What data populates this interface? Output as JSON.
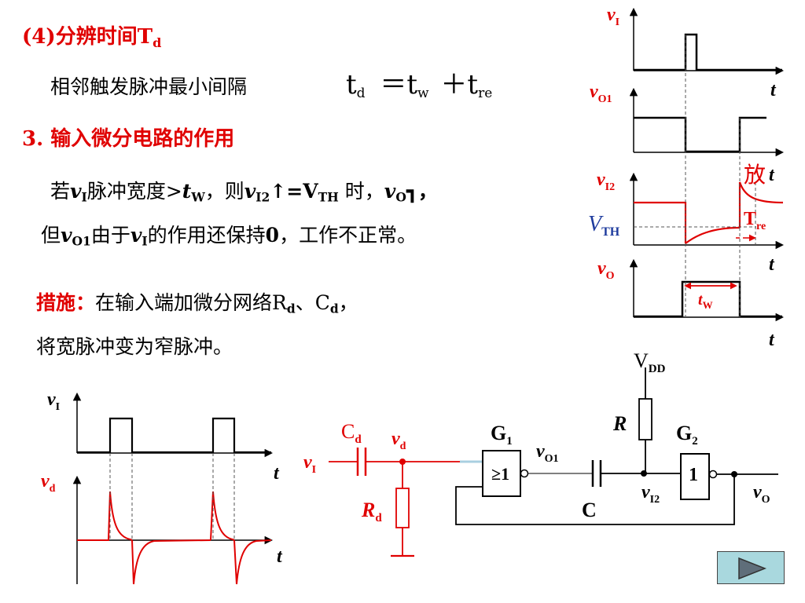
{
  "heading_resolution": {
    "num": "(4)",
    "text": "分辨时间",
    "T": "T",
    "sub": "d"
  },
  "min_interval": {
    "text": "相邻触发脉冲最小间隔",
    "eq_td": "t",
    "eq_td_sub": "d",
    "eq_eq": "＝",
    "eq_tw": "t",
    "eq_tw_sub": "w",
    "eq_plus": "＋",
    "eq_tre": "t",
    "eq_tre_sub": "re"
  },
  "heading_diff": {
    "num": "3.",
    "text": "输入微分电路的作用"
  },
  "para1": {
    "p1": "若",
    "v": "v",
    "I": "I",
    "p2": "脉冲宽度>",
    "t": "t",
    "W": "W",
    "p3": "，则",
    "v2": "v",
    "I2": "I2",
    "p4": "↑=V",
    "TH": "TH",
    "p5": " 时，",
    "v3": "v",
    "O": "O",
    "p6": "┓，"
  },
  "para2": {
    "p1": "但",
    "v": "v",
    "O1": "O1",
    "p2": "由于",
    "v2": "v",
    "I": "I",
    "p3": "的作用还保持",
    "zero": "0",
    "p4": "，工作不正常。"
  },
  "measure": {
    "label": "措施：",
    "p1": "在输入端加微分网络R",
    "d1": "d",
    "p2": "、C",
    "d2": "d",
    "p3": "，"
  },
  "measure_line2": "将宽脉冲变为窄脉冲。",
  "timing": {
    "vI": "v",
    "vI_sub": "I",
    "vO1": "v",
    "vO1_sub": "O1",
    "vI2": "v",
    "vI2_sub": "I2",
    "vO": "v",
    "vO_sub": "O",
    "t": "t",
    "VTH": "V",
    "VTH_sub": "TH",
    "fang": "放",
    "Tre": "T",
    "Tre_sub": "re",
    "tW": "t",
    "tW_sub": "W"
  },
  "diff_wave": {
    "vI": "v",
    "vI_sub": "I",
    "vd": "v",
    "vd_sub": "d",
    "t": "t"
  },
  "circuit": {
    "Cd": "C",
    "Cd_sub": "d",
    "vd": "v",
    "vd_sub": "d",
    "vI": "v",
    "vI_sub": "I",
    "Rd": "R",
    "Rd_sub": "d",
    "G1": "G",
    "G1_sub": "1",
    "gate1": "≥1",
    "vO1": "v",
    "vO1_sub": "O1",
    "C": "C",
    "VDD": "V",
    "VDD_sub": "DD",
    "R": "R",
    "vI2": "v",
    "vI2_sub": "I2",
    "G2": "G",
    "G2_sub": "2",
    "gate2": "1",
    "vO": "v",
    "vO_sub": "O"
  },
  "colors": {
    "red": "#e00000",
    "black": "#000000",
    "button": "#a9d8de",
    "dashed": "#555555"
  },
  "icons": {
    "next": "play-triangle-icon"
  }
}
